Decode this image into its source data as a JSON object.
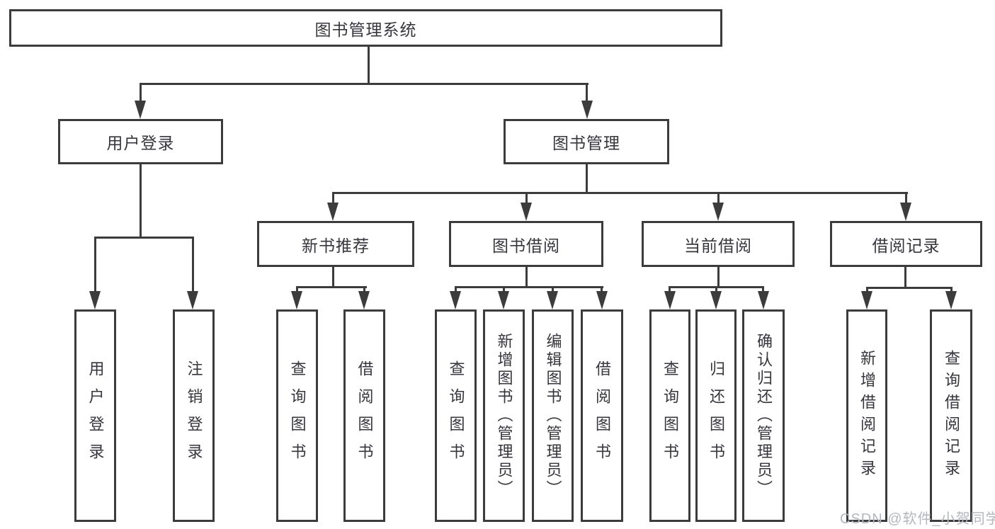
{
  "diagram": {
    "type": "hierarchy-tree",
    "colors": {
      "line": "#3c3c3c",
      "box_border": "#3c3c3c",
      "text": "#36363c",
      "background": "#ffffff",
      "watermark_text_color": "#b3b7be"
    }
  },
  "nodes": {
    "root": {
      "label": "图书管理系统"
    },
    "branches": [
      {
        "label": "用户登录",
        "children": [
          {
            "label": "用户登录"
          },
          {
            "label": "注销登录"
          }
        ]
      },
      {
        "label": "图书管理",
        "children": [
          {
            "label": "新书推荐",
            "children": [
              {
                "label": "查询图书"
              },
              {
                "label": "借阅图书"
              }
            ]
          },
          {
            "label": "图书借阅",
            "children": [
              {
                "label": "查询图书"
              },
              {
                "label": "新增图书（管理员）"
              },
              {
                "label": "编辑图书（管理员）"
              },
              {
                "label": "借阅图书"
              }
            ]
          },
          {
            "label": "当前借阅",
            "children": [
              {
                "label": "查询图书"
              },
              {
                "label": "归还图书"
              },
              {
                "label": "确认归还（管理员）"
              }
            ]
          },
          {
            "label": "借阅记录",
            "children": [
              {
                "label": "新增借阅记录"
              },
              {
                "label": "查询借阅记录"
              }
            ]
          }
        ]
      }
    ]
  },
  "watermark": {
    "text": "CSDN @软件_小贺同学"
  }
}
